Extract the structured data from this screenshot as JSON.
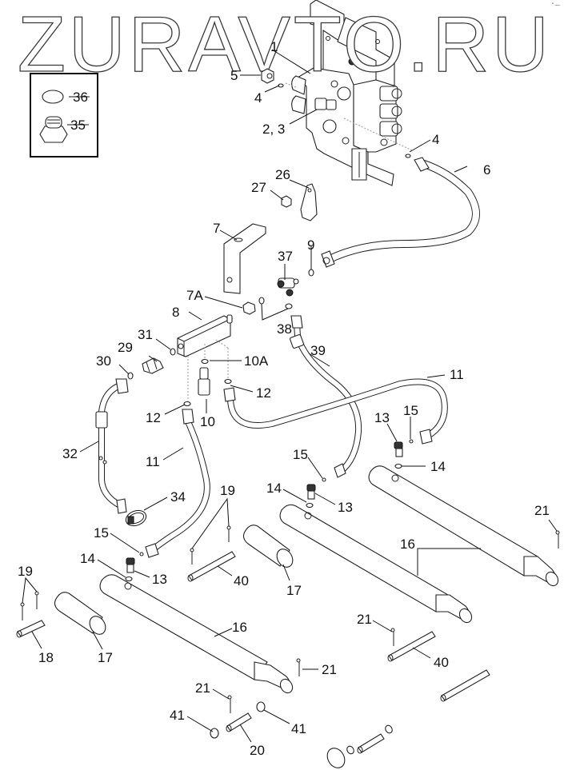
{
  "watermark": "ZURAVTO.RU",
  "corner_mark": "″ —",
  "diagram": {
    "title": "Hydraulic control valve, lines and cylinders — exploded parts view",
    "inset": {
      "items": [
        {
          "ref": "36",
          "part": "o-ring"
        },
        {
          "ref": "35",
          "part": "plug"
        }
      ]
    },
    "callouts": [
      {
        "ref": "1",
        "part": "control-valve"
      },
      {
        "ref": "5",
        "part": "nut"
      },
      {
        "ref": "4",
        "part": "o-ring"
      },
      {
        "ref": "2, 3",
        "part": "fitting"
      },
      {
        "ref": "4",
        "part": "o-ring"
      },
      {
        "ref": "6",
        "part": "hose"
      },
      {
        "ref": "26",
        "part": "clamp"
      },
      {
        "ref": "27",
        "part": "nut"
      },
      {
        "ref": "7",
        "part": "bracket"
      },
      {
        "ref": "9",
        "part": "o-ring"
      },
      {
        "ref": "37",
        "part": "tee-fitting"
      },
      {
        "ref": "7A",
        "part": "nut"
      },
      {
        "ref": "38",
        "part": "o-rings"
      },
      {
        "ref": "8",
        "part": "manifold-block"
      },
      {
        "ref": "31",
        "part": "o-ring"
      },
      {
        "ref": "29",
        "part": "adapter"
      },
      {
        "ref": "30",
        "part": "o-ring"
      },
      {
        "ref": "39",
        "part": "hose"
      },
      {
        "ref": "10A",
        "part": "o-ring"
      },
      {
        "ref": "11",
        "part": "tube"
      },
      {
        "ref": "12",
        "part": "o-ring"
      },
      {
        "ref": "12",
        "part": "o-ring"
      },
      {
        "ref": "10",
        "part": "fitting"
      },
      {
        "ref": "32",
        "part": "hose"
      },
      {
        "ref": "13",
        "part": "elbow"
      },
      {
        "ref": "15",
        "part": "o-ring"
      },
      {
        "ref": "14",
        "part": "o-ring"
      },
      {
        "ref": "11",
        "part": "tube"
      },
      {
        "ref": "15",
        "part": "o-ring"
      },
      {
        "ref": "14",
        "part": "o-ring"
      },
      {
        "ref": "13",
        "part": "elbow"
      },
      {
        "ref": "34",
        "part": "hose-clamp"
      },
      {
        "ref": "19",
        "part": "cotter-pins"
      },
      {
        "ref": "21",
        "part": "cotter-pin"
      },
      {
        "ref": "16",
        "part": "cylinder"
      },
      {
        "ref": "15",
        "part": "o-ring"
      },
      {
        "ref": "14",
        "part": "o-ring"
      },
      {
        "ref": "13",
        "part": "elbow"
      },
      {
        "ref": "40",
        "part": "pin"
      },
      {
        "ref": "17",
        "part": "sleeve"
      },
      {
        "ref": "19",
        "part": "cotter-pins"
      },
      {
        "ref": "16",
        "part": "cylinder"
      },
      {
        "ref": "18",
        "part": "pin"
      },
      {
        "ref": "17",
        "part": "sleeve"
      },
      {
        "ref": "21",
        "part": "cotter-pin"
      },
      {
        "ref": "40",
        "part": "pin"
      },
      {
        "ref": "21",
        "part": "cotter-pin"
      },
      {
        "ref": "21",
        "part": "cotter-pin"
      },
      {
        "ref": "41",
        "part": "bushing"
      },
      {
        "ref": "41",
        "part": "bushing"
      },
      {
        "ref": "20",
        "part": "pin"
      }
    ]
  }
}
